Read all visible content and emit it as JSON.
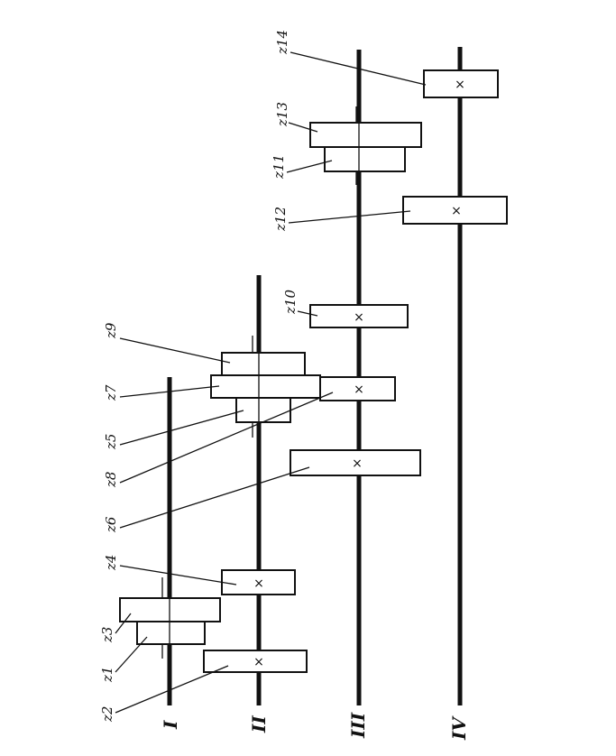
{
  "diagram": {
    "shafts": [
      {
        "id": "shaft-I",
        "label": "I"
      },
      {
        "id": "shaft-II",
        "label": "II"
      },
      {
        "id": "shaft-III",
        "label": "III"
      },
      {
        "id": "shaft-IV",
        "label": "IV"
      }
    ],
    "gears": [
      {
        "id": "z1",
        "label": "z1",
        "fixed": false
      },
      {
        "id": "z2",
        "label": "z2",
        "fixed": true
      },
      {
        "id": "z3",
        "label": "z3",
        "fixed": false
      },
      {
        "id": "z4",
        "label": "z4",
        "fixed": true
      },
      {
        "id": "z5",
        "label": "z5",
        "fixed": false
      },
      {
        "id": "z6",
        "label": "z6",
        "fixed": true
      },
      {
        "id": "z7",
        "label": "z7",
        "fixed": false
      },
      {
        "id": "z8",
        "label": "z8",
        "fixed": true
      },
      {
        "id": "z9",
        "label": "z9",
        "fixed": false
      },
      {
        "id": "z10",
        "label": "z10",
        "fixed": true
      },
      {
        "id": "z11",
        "label": "z11",
        "fixed": false
      },
      {
        "id": "z12",
        "label": "z12",
        "fixed": true
      },
      {
        "id": "z13",
        "label": "z13",
        "fixed": false
      },
      {
        "id": "z14",
        "label": "z14",
        "fixed": true
      }
    ],
    "fixed_mark": "×"
  }
}
